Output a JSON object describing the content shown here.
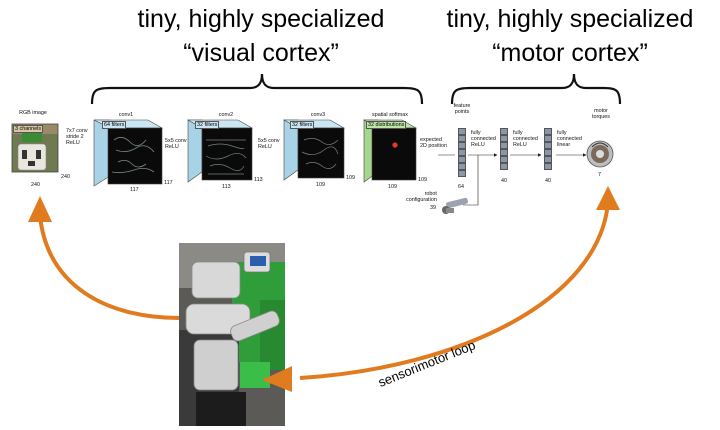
{
  "headings": {
    "visual_line1": "tiny, highly specialized",
    "visual_line2": "“visual cortex”",
    "motor_line1": "tiny, highly specialized",
    "motor_line2": "“motor cortex”"
  },
  "network": {
    "rgb": {
      "label": "RGB image",
      "channels": "3 channels",
      "dim_w": "240",
      "dim_h": "240"
    },
    "op1": "7x7 conv\nstride 2\nReLU",
    "conv1": {
      "label": "conv1",
      "filters": "64 filters",
      "dim_w": "117",
      "dim_h": "117"
    },
    "op2": "5x5 conv\nReLU",
    "conv2": {
      "label": "conv2",
      "filters": "32 filters",
      "dim_w": "113",
      "dim_h": "113"
    },
    "op3": "5x5 conv\nReLU",
    "conv3": {
      "label": "conv3",
      "filters": "32 filters",
      "dim_w": "109",
      "dim_h": "109"
    },
    "softmax": {
      "label": "spatial softmax",
      "filters": "32 distributions",
      "dim_w": "109",
      "dim_h": "109"
    },
    "expected": "expected\n2D position",
    "feature_points": {
      "label": "feature\npoints",
      "dim": "64"
    },
    "fc1": {
      "label": "fully\nconnected\nReLU",
      "dim": "40"
    },
    "fc2": {
      "label": "fully\nconnected\nReLU",
      "dim": "40"
    },
    "fc3": {
      "label": "fully\nconnected\nlinear",
      "dim": "7"
    },
    "motor": {
      "label": "motor\ntorques",
      "dim": "7"
    },
    "robot_config": {
      "label": "robot\nconfiguration",
      "dim": "39"
    }
  },
  "loop_label": "sensorimotor loop",
  "colors": {
    "arrow": "#e07b1f",
    "conv_face": "#b9dff0",
    "softmax_face": "#bfe3a8",
    "feature_box": "#8a97a8"
  }
}
